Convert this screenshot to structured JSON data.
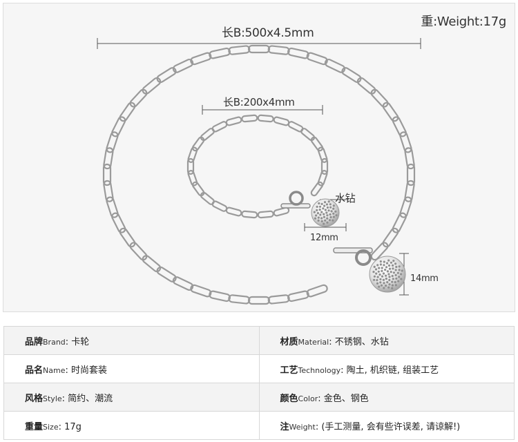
{
  "photo": {
    "weight_label": "重:Weight:17g",
    "necklace_dim": "长B:500x4.5mm",
    "bracelet_dim": "长B:200x4mm",
    "stone_label": "水钻",
    "bead_small": "12mm",
    "bead_large": "14mm"
  },
  "specs": {
    "brand": {
      "key": "品牌",
      "key_en": "Brand",
      "value": "卡轮"
    },
    "material": {
      "key": "材质",
      "key_en": "Material",
      "value": "不锈钢、水钻"
    },
    "name": {
      "key": "品名",
      "key_en": "Name",
      "value": "时尚套装"
    },
    "technology": {
      "key": "工艺",
      "key_en": "Technology",
      "value": "陶土, 机织链, 组装工艺"
    },
    "style": {
      "key": "风格",
      "key_en": "Style",
      "value": "简约、潮流"
    },
    "color": {
      "key": "颜色",
      "key_en": "Color",
      "value": "金色、钢色"
    },
    "size": {
      "key": "重量",
      "key_en": "Size",
      "value": "17g"
    },
    "note": {
      "key": "注",
      "key_en": "Weight",
      "value": "(手工测量, 会有些许误差, 请谅解!)"
    }
  },
  "colors": {
    "chain": "#9a9a9a",
    "line": "#555555",
    "border": "#d7d7d7"
  }
}
